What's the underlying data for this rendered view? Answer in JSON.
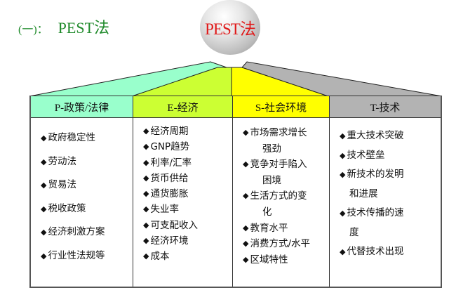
{
  "title": {
    "number": "(一)：",
    "text": "PEST法"
  },
  "sphere_label": "PEST法",
  "colors": {
    "title": "#1f8a2a",
    "sphere_text": "#e01818",
    "P": "#99ffcc",
    "E": "#ccff33",
    "S": "#ffff00",
    "T": "#b3b3b3"
  },
  "columns": [
    {
      "key": "P",
      "header": "P-政策/法律",
      "items": [
        {
          "text": "政府稳定性"
        },
        {
          "text": "劳动法"
        },
        {
          "text": "贸易法"
        },
        {
          "text": "税收政策"
        },
        {
          "text": "经济刺激方案"
        },
        {
          "text": "行业性法规等"
        }
      ]
    },
    {
      "key": "E",
      "header": "E-经济",
      "items": [
        {
          "text": "经济周期"
        },
        {
          "text": "GNP趋势"
        },
        {
          "text": "利率/汇率"
        },
        {
          "text": "货币供给"
        },
        {
          "text": "通货膨胀"
        },
        {
          "text": "失业率"
        },
        {
          "text": "可支配收入"
        },
        {
          "text": "经济环境"
        },
        {
          "text": "成本"
        }
      ]
    },
    {
      "key": "S",
      "header": "S-社会环境",
      "items": [
        {
          "text": "市场需求增长",
          "cont": "强劲"
        },
        {
          "text": "竞争对手陷入",
          "cont": "困境"
        },
        {
          "text": "生活方式的变",
          "cont": "化"
        },
        {
          "text": "教育水平"
        },
        {
          "text": "消费方式/水平"
        },
        {
          "text": "区域特性"
        }
      ]
    },
    {
      "key": "T",
      "header": "T-技术",
      "items": [
        {
          "text": "重大技术突破"
        },
        {
          "text": "技术壁垒"
        },
        {
          "text": "新技术的发明",
          "cont": "和进展"
        },
        {
          "text": "技术传播的速",
          "cont": "度"
        },
        {
          "text": "代替技术出现"
        }
      ]
    }
  ],
  "bullet": "◆"
}
